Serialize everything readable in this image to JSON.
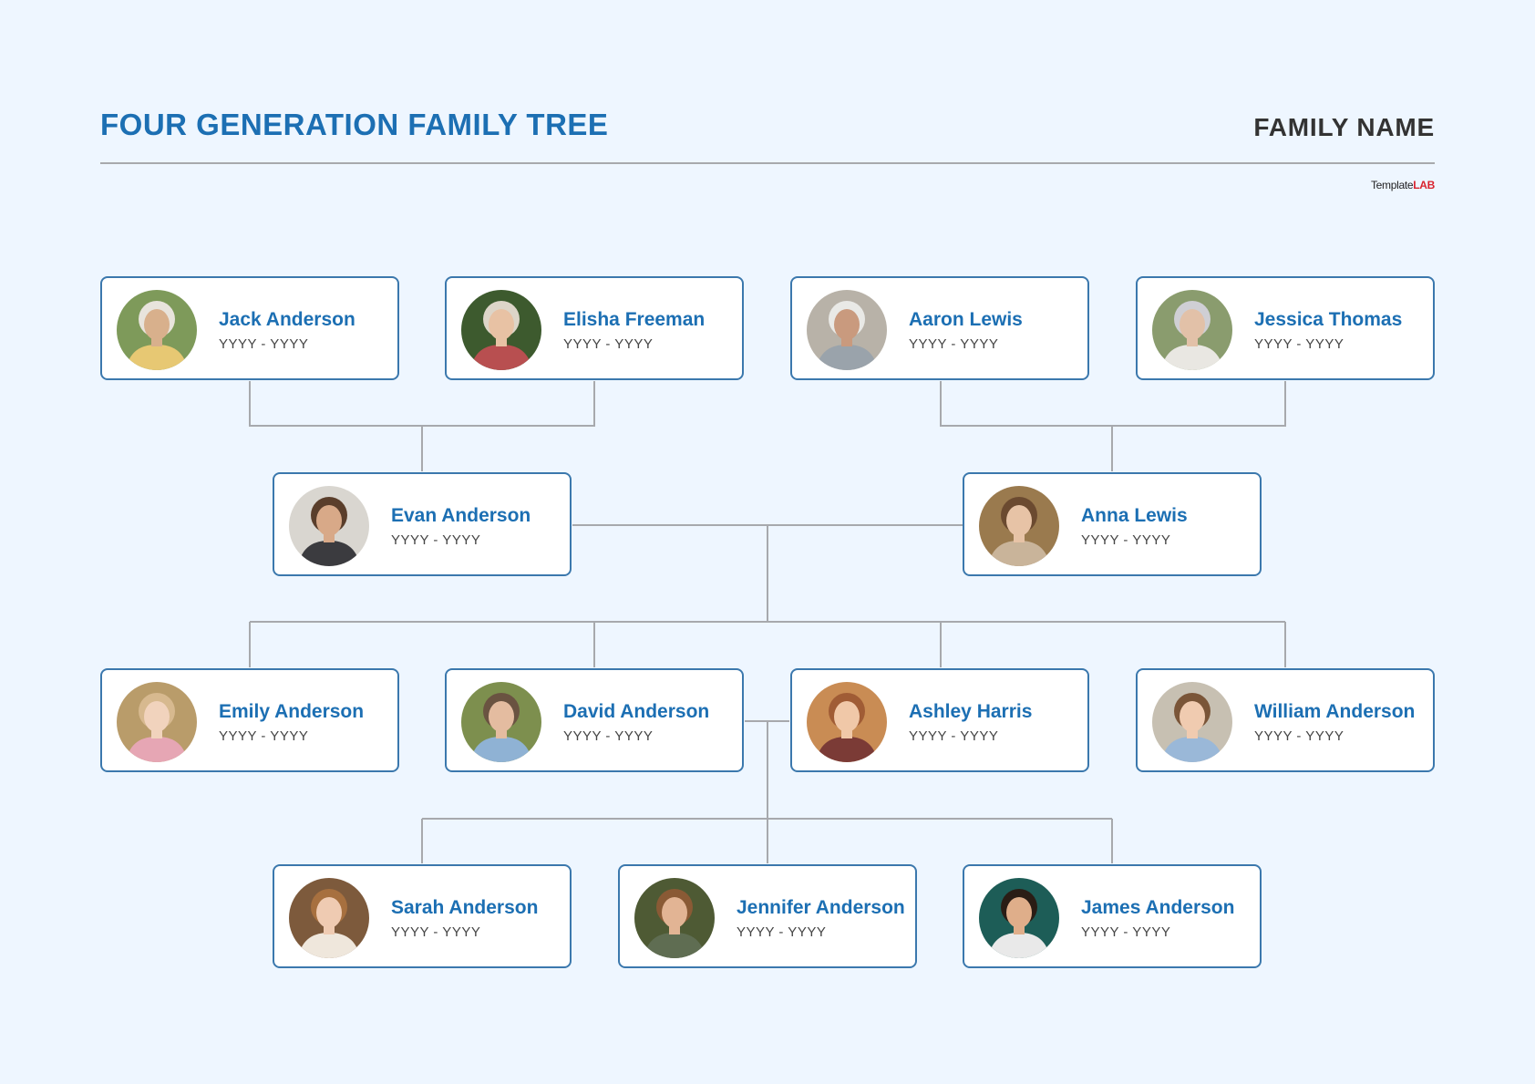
{
  "header": {
    "title": "FOUR GENERATION FAMILY TREE",
    "family_name": "FAMILY NAME",
    "brand_part1": "Template",
    "brand_part2": "LAB",
    "brand_colors": {
      "part1": "#222222",
      "part2": "#d9232d"
    }
  },
  "colors": {
    "background": "#eef6ff",
    "accent": "#1c6fb3",
    "card_border": "#3b78ad",
    "connector": "#a7a9ad"
  },
  "members": [
    {
      "id": "jack",
      "name": "Jack Anderson",
      "years": "YYYY - YYYY",
      "generation": 1,
      "photo": {
        "bg": "#7e9a5a",
        "skin": "#d8b08c",
        "hair": "#e8e4dc",
        "shirt": "#e7c873"
      }
    },
    {
      "id": "elisha",
      "name": "Elisha Freeman",
      "years": "YYYY - YYYY",
      "generation": 1,
      "photo": {
        "bg": "#3d5a2e",
        "skin": "#e8c2a4",
        "hair": "#ddd5c8",
        "shirt": "#b84f50"
      }
    },
    {
      "id": "aaron",
      "name": "Aaron Lewis",
      "years": "YYYY - YYYY",
      "generation": 1,
      "photo": {
        "bg": "#b8b2a8",
        "skin": "#c99a7e",
        "hair": "#e9e9e6",
        "shirt": "#9aa3ab"
      }
    },
    {
      "id": "jessica",
      "name": "Jessica Thomas",
      "years": "YYYY - YYYY",
      "generation": 1,
      "photo": {
        "bg": "#8a9c6e",
        "skin": "#e2c1a8",
        "hair": "#cfcfd4",
        "shirt": "#e9e7e2"
      }
    },
    {
      "id": "evan",
      "name": "Evan Anderson",
      "years": "YYYY - YYYY",
      "generation": 2,
      "photo": {
        "bg": "#d9d6d0",
        "skin": "#d8a988",
        "hair": "#5a3e2b",
        "shirt": "#3b3b3f"
      }
    },
    {
      "id": "anna",
      "name": "Anna Lewis",
      "years": "YYYY - YYYY",
      "generation": 2,
      "photo": {
        "bg": "#9a7a4e",
        "skin": "#e7c3a6",
        "hair": "#6b4a30",
        "shirt": "#c9b49a"
      }
    },
    {
      "id": "emily",
      "name": "Emily Anderson",
      "years": "YYYY - YYYY",
      "generation": 3,
      "photo": {
        "bg": "#b99c6a",
        "skin": "#f1d3bd",
        "hair": "#d7b98f",
        "shirt": "#e6a6b4"
      }
    },
    {
      "id": "david",
      "name": "David Anderson",
      "years": "YYYY - YYYY",
      "generation": 3,
      "photo": {
        "bg": "#7d8f4e",
        "skin": "#e4bca0",
        "hair": "#6a5341",
        "shirt": "#8fb2d4"
      }
    },
    {
      "id": "ashley",
      "name": "Ashley Harris",
      "years": "YYYY - YYYY",
      "generation": 3,
      "photo": {
        "bg": "#c98c54",
        "skin": "#f0c8a8",
        "hair": "#a05c35",
        "shirt": "#7b3b36"
      }
    },
    {
      "id": "william",
      "name": "William Anderson",
      "years": "YYYY - YYYY",
      "generation": 3,
      "photo": {
        "bg": "#c7c0b2",
        "skin": "#f0cbb0",
        "hair": "#7a5538",
        "shirt": "#9ab8d8"
      }
    },
    {
      "id": "sarah",
      "name": "Sarah Anderson",
      "years": "YYYY - YYYY",
      "generation": 4,
      "photo": {
        "bg": "#7d5a3c",
        "skin": "#efcbb2",
        "hair": "#a7703f",
        "shirt": "#efe7dc"
      }
    },
    {
      "id": "jennifer",
      "name": "Jennifer Anderson",
      "years": "YYYY - YYYY",
      "generation": 4,
      "photo": {
        "bg": "#4e5a34",
        "skin": "#e2b494",
        "hair": "#8a5a35",
        "shirt": "#5f6d52"
      }
    },
    {
      "id": "james",
      "name": "James Anderson",
      "years": "YYYY - YYYY",
      "generation": 4,
      "photo": {
        "bg": "#1d5d57",
        "skin": "#dfae8a",
        "hair": "#2a1d15",
        "shirt": "#e9e9e9"
      }
    }
  ],
  "relationships": [
    {
      "type": "couple",
      "a": "jack",
      "b": "elisha",
      "child": "evan"
    },
    {
      "type": "couple",
      "a": "aaron",
      "b": "jessica",
      "child": "anna"
    },
    {
      "type": "couple",
      "a": "evan",
      "b": "anna",
      "children": [
        "emily",
        "david",
        "ashley",
        "william"
      ]
    },
    {
      "type": "couple",
      "a": "david",
      "b": "ashley",
      "children": [
        "sarah",
        "jennifer",
        "james"
      ]
    }
  ]
}
